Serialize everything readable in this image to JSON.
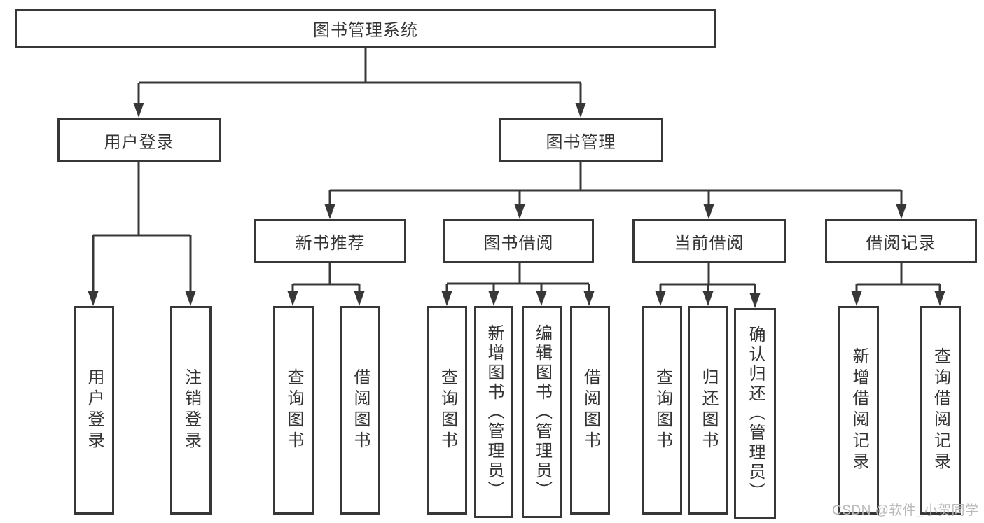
{
  "title": "图书管理系统",
  "colors": {
    "line": "#373737",
    "box_border": "#373737",
    "text": "#333333",
    "watermark": "#b9b9b9"
  },
  "level2": [
    {
      "label": "用户登录",
      "children": [
        "用户登录",
        "注销登录"
      ]
    },
    {
      "label": "图书管理"
    }
  ],
  "level3": [
    {
      "label": "新书推荐",
      "children": [
        "查询图书",
        "借阅图书"
      ]
    },
    {
      "label": "图书借阅",
      "children": [
        "查询图书",
        "新增图书（管理员）",
        "编辑图书（管理员）",
        "借阅图书"
      ]
    },
    {
      "label": "当前借阅",
      "children": [
        "查询图书",
        "归还图书",
        "确认归还（管理员）"
      ]
    },
    {
      "label": "借阅记录",
      "children": [
        "新增借阅记录",
        "查询借阅记录"
      ]
    }
  ],
  "watermark": "CSDN @软件_小贺同学"
}
